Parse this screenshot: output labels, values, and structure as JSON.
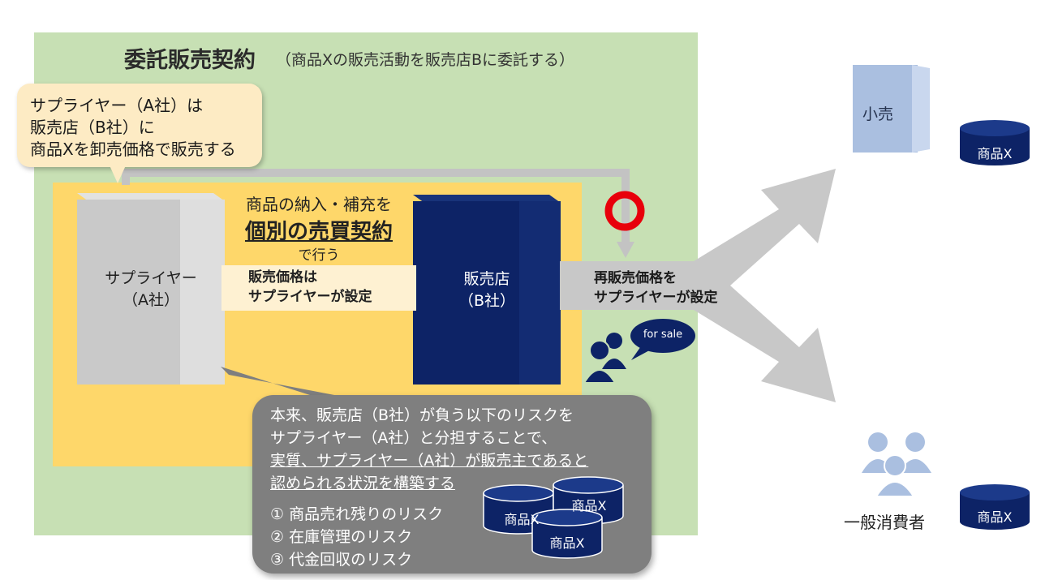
{
  "title": {
    "main": "委託販売契約",
    "sub": "（商品Xの販売活動を販売店Bに委託する）"
  },
  "callout": {
    "lines": [
      "サプライヤー（A社）は",
      "販売店（B社）に",
      "商品Xを卸売価格で販売する"
    ]
  },
  "center": {
    "line1": "商品の納入・補充を",
    "line2": "個別の売買契約",
    "line3": "で行う"
  },
  "price_band": {
    "lines": [
      "販売価格は",
      "サプライヤーが設定"
    ]
  },
  "resale_band": {
    "lines": [
      "再販売価格を",
      "サプライヤーが設定"
    ]
  },
  "supplier": {
    "lines": [
      "サプライヤー",
      "（A社）"
    ]
  },
  "dealer": {
    "lines": [
      "販売店",
      "（B社）"
    ]
  },
  "risk": {
    "lines": [
      "本来、販売店（B社）が負う以下のリスクを",
      "サプライヤー（A社）と分担することで、",
      "実質、サプライヤー（A社）が販売主であると",
      "認められる状況を構築する",
      "① 商品売れ残りのリスク",
      "② 在庫管理のリスク",
      "③ 代金回収のリスク"
    ]
  },
  "for_sale": "for sale",
  "retail": {
    "label": "小売"
  },
  "consumer": {
    "label": "一般消費者"
  },
  "product_label": "商品X",
  "colors": {
    "panel": "#c7e0b4",
    "yellow": "#fed76a",
    "dealer": "#0d2366",
    "supplier": "#c9c9c9",
    "risk_box": "#7f7f7f",
    "arrow_gray": "#c8c8c8",
    "ring_red": "#e8000b",
    "consumer_blue": "#aabfe0"
  },
  "icons": [
    "red-circle-icon",
    "people-icon",
    "speech-bubble-icon",
    "database-icon",
    "arrow-icon"
  ]
}
